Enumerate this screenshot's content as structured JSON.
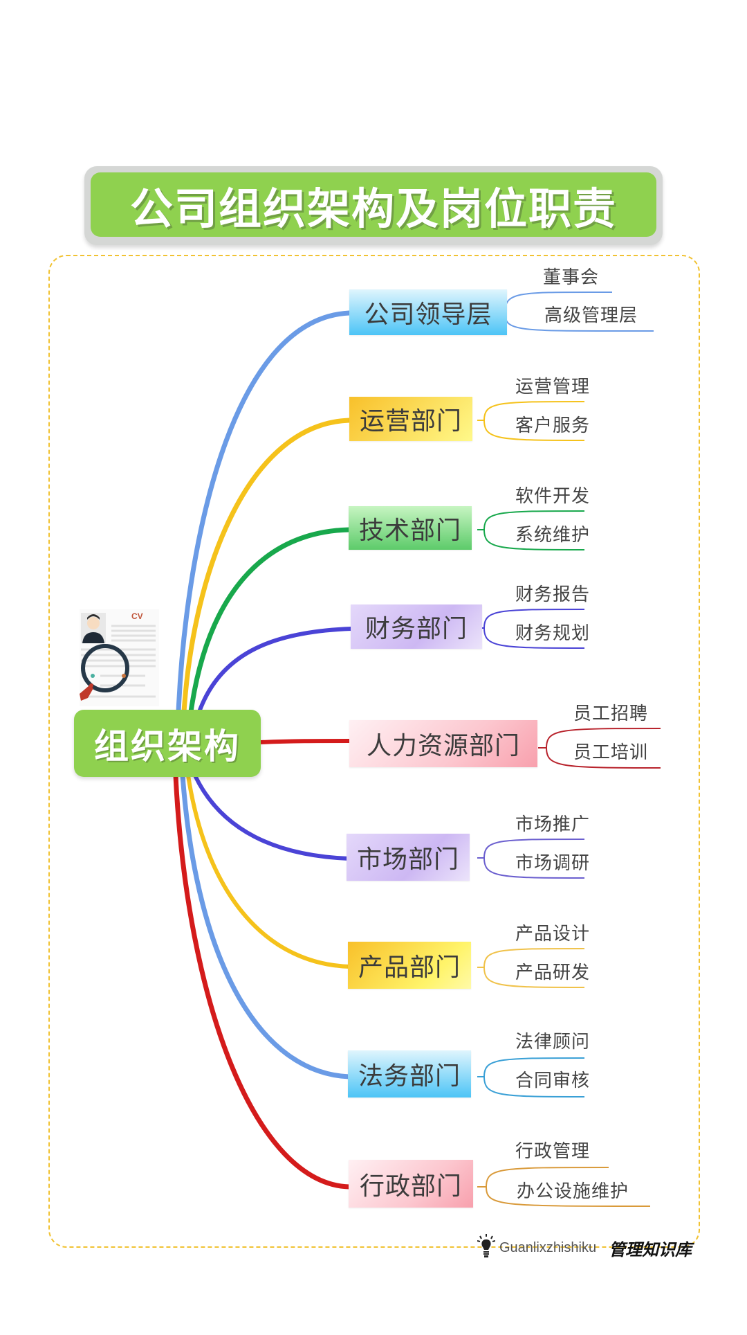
{
  "title": "公司组织架构及岗位职责",
  "root": {
    "label": "组织架构",
    "illustration": "cv-magnifier-icon",
    "cv_text": "CV"
  },
  "branches": [
    {
      "label": "公司领导层",
      "color": "#6a9be6",
      "children": [
        "董事会",
        "高级管理层"
      ]
    },
    {
      "label": "运营部门",
      "color": "#f5c21b",
      "children": [
        "运营管理",
        "客户服务"
      ]
    },
    {
      "label": "技术部门",
      "color": "#18a84c",
      "children": [
        "软件开发",
        "系统维护"
      ]
    },
    {
      "label": "财务部门",
      "color": "#4a43d6",
      "children": [
        "财务报告",
        "财务规划"
      ]
    },
    {
      "label": "人力资源部门",
      "color": "#d41b1b",
      "children": [
        "员工招聘",
        "员工培训"
      ]
    },
    {
      "label": "市场部门",
      "color": "#4a43d6",
      "children": [
        "市场推广",
        "市场调研"
      ]
    },
    {
      "label": "产品部门",
      "color": "#f5c21b",
      "children": [
        "产品设计",
        "产品研发"
      ]
    },
    {
      "label": "法务部门",
      "color": "#6a9be6",
      "children": [
        "法律顾问",
        "合同审核"
      ]
    },
    {
      "label": "行政部门",
      "color": "#d41b1b",
      "children": [
        "行政管理",
        "办公设施维护"
      ]
    }
  ],
  "footer": {
    "icon": "lightbulb-icon",
    "brand_en": "Guanlixzhishiku",
    "brand_cn": "管理知识库"
  }
}
